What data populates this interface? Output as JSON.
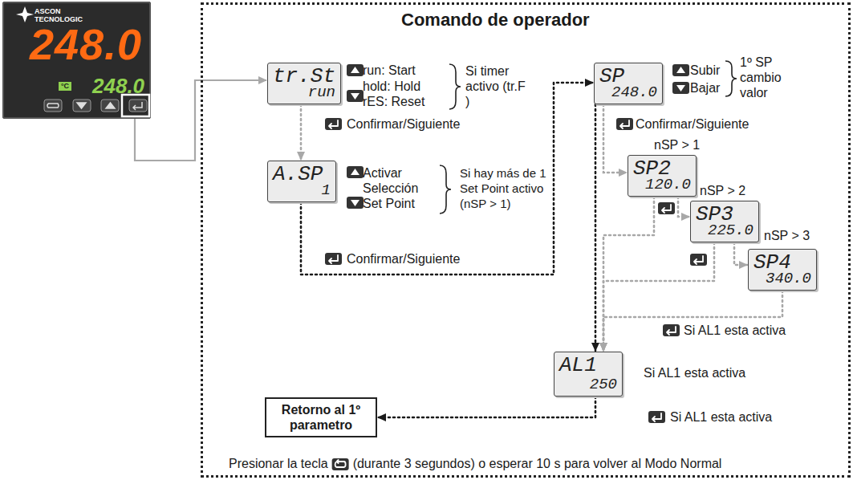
{
  "diagram": {
    "nodes": [
      {
        "text": [
          "ASCON TECNOLOGIC",
          "248.0",
          "°C",
          "248.0"
        ]
      },
      {
        "text": [
          "Comando de operador",
          "Presionar la tecla",
          "(durante 3 segundos) o esperar 10 s para volver al Modo Normal"
        ]
      },
      {
        "text": [
          "tr.St",
          "run"
        ],
        "in": 1
      },
      {
        "text": [
          "A.SP",
          "1"
        ],
        "in": 1
      },
      {
        "text": [
          "SP",
          "248.0"
        ],
        "in": 1
      },
      {
        "text": [
          "SP2",
          "120.0"
        ],
        "in": 1
      },
      {
        "text": [
          "SP3",
          "225.0"
        ],
        "in": 1
      },
      {
        "text": [
          "SP4",
          "340.0"
        ],
        "in": 1
      },
      {
        "text": [
          "AL1",
          "250"
        ],
        "in": 1
      },
      {
        "text": [
          "Retorno al 1º parametro"
        ],
        "in": 1
      }
    ],
    "edges": [
      {
        "from": 0,
        "to": 2,
        "arrow": "to"
      },
      {
        "from": 2,
        "to": 3,
        "arrow": "to"
      },
      {
        "from": 3,
        "to": 4,
        "arrow": "to"
      },
      {
        "from": 4,
        "to": 5,
        "arrow": "to"
      },
      {
        "from": 5,
        "to": 6,
        "arrow": "to"
      },
      {
        "from": 6,
        "to": 7,
        "arrow": "to"
      },
      {
        "from": 4,
        "to": 8,
        "arrow": "to"
      },
      {
        "from": 5,
        "to": 8,
        "arrow": "to"
      },
      {
        "from": 6,
        "to": 8,
        "arrow": "to"
      },
      {
        "from": 7,
        "to": 8,
        "arrow": "to"
      },
      {
        "from": 8,
        "to": 9,
        "arrow": "to"
      }
    ],
    "labels": [
      "run: Start",
      "hold: Hold",
      "rES: Reset",
      "Si timer activo (tr.F )",
      "Confirmar/Siguiente",
      "Activar Selección Set Point",
      "Si hay más de 1 Set Point activo (nSP > 1)",
      "Confirmar/Siguiente",
      "Subir",
      "Bajar",
      "1º SP cambio valor",
      "Confirmar/Siguiente",
      "nSP > 1",
      "nSP > 2",
      "nSP > 3",
      "Si AL1 esta activa",
      "Si AL1 esta activa",
      "Si AL1 esta activa"
    ]
  }
}
